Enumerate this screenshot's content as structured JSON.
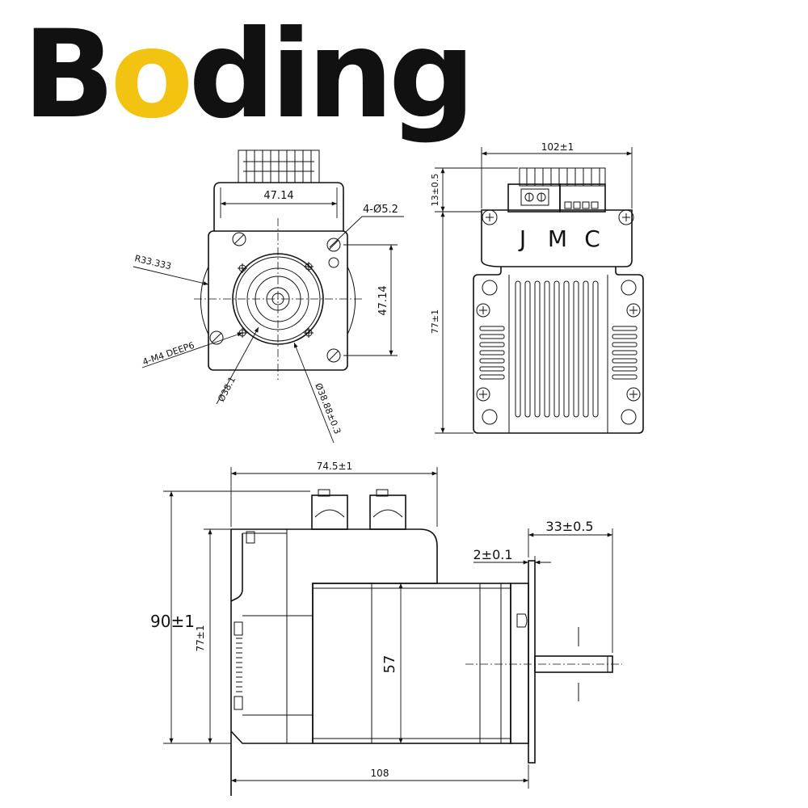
{
  "brand": {
    "logo_prefix": "B",
    "logo_accent": "o",
    "logo_suffix": "ding",
    "accent_color": "#f2c311",
    "text_color": "#111111"
  },
  "front_view": {
    "dim_connector_width": "47.14",
    "dim_holes": "4-Ø5.2",
    "dim_radius": "R33.333",
    "dim_vertical": "47.14",
    "dim_tapped": "4-M4 DEEP6",
    "dim_bolt_circle": "Ø38.1",
    "dim_boss": "Ø38.88±0.3"
  },
  "top_view": {
    "dim_width": "102±1",
    "dim_connector_height": "13±0.5",
    "dim_height": "77±1",
    "label_j": "J",
    "label_m": "M",
    "label_c": "C"
  },
  "side_view": {
    "dim_top_length": "74.5±1",
    "dim_shaft_length": "33±0.5",
    "dim_flange": "2±0.1",
    "dim_total_height": "90±1",
    "dim_body_height": "77±1",
    "dim_frame": "57",
    "dim_total_length": "108"
  }
}
